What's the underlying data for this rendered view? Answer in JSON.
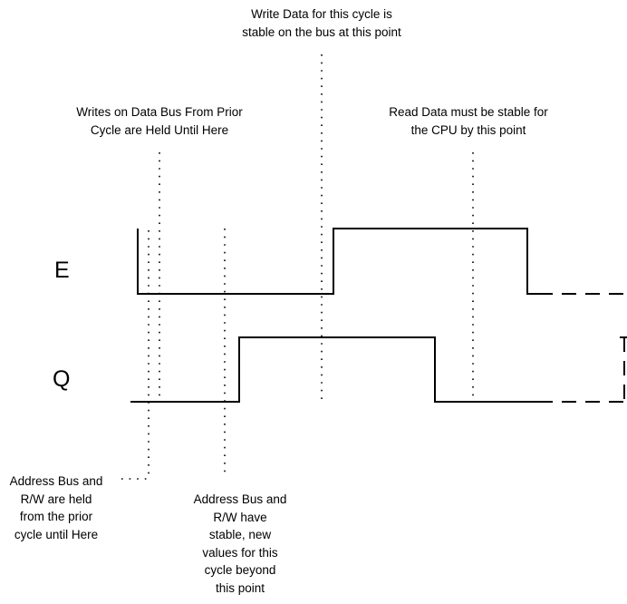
{
  "signals": {
    "e_label": "E",
    "q_label": "Q"
  },
  "annotations": {
    "write_data_stable": [
      "Write Data for this cycle is",
      "stable on the bus at this point"
    ],
    "writes_held": [
      "Writes on Data Bus From Prior",
      "Cycle are Held Until Here"
    ],
    "read_data_stable": [
      "Read Data must be stable for",
      "the CPU by this point"
    ],
    "address_held": [
      "Address Bus and",
      "R/W are held",
      "from the prior",
      "cycle until Here"
    ],
    "address_stable": [
      "Address Bus and",
      "R/W have",
      "stable, new",
      "values for this",
      "cycle beyond",
      "this point"
    ]
  },
  "colors": {
    "waveform": "#000000",
    "marker": "#000000"
  }
}
